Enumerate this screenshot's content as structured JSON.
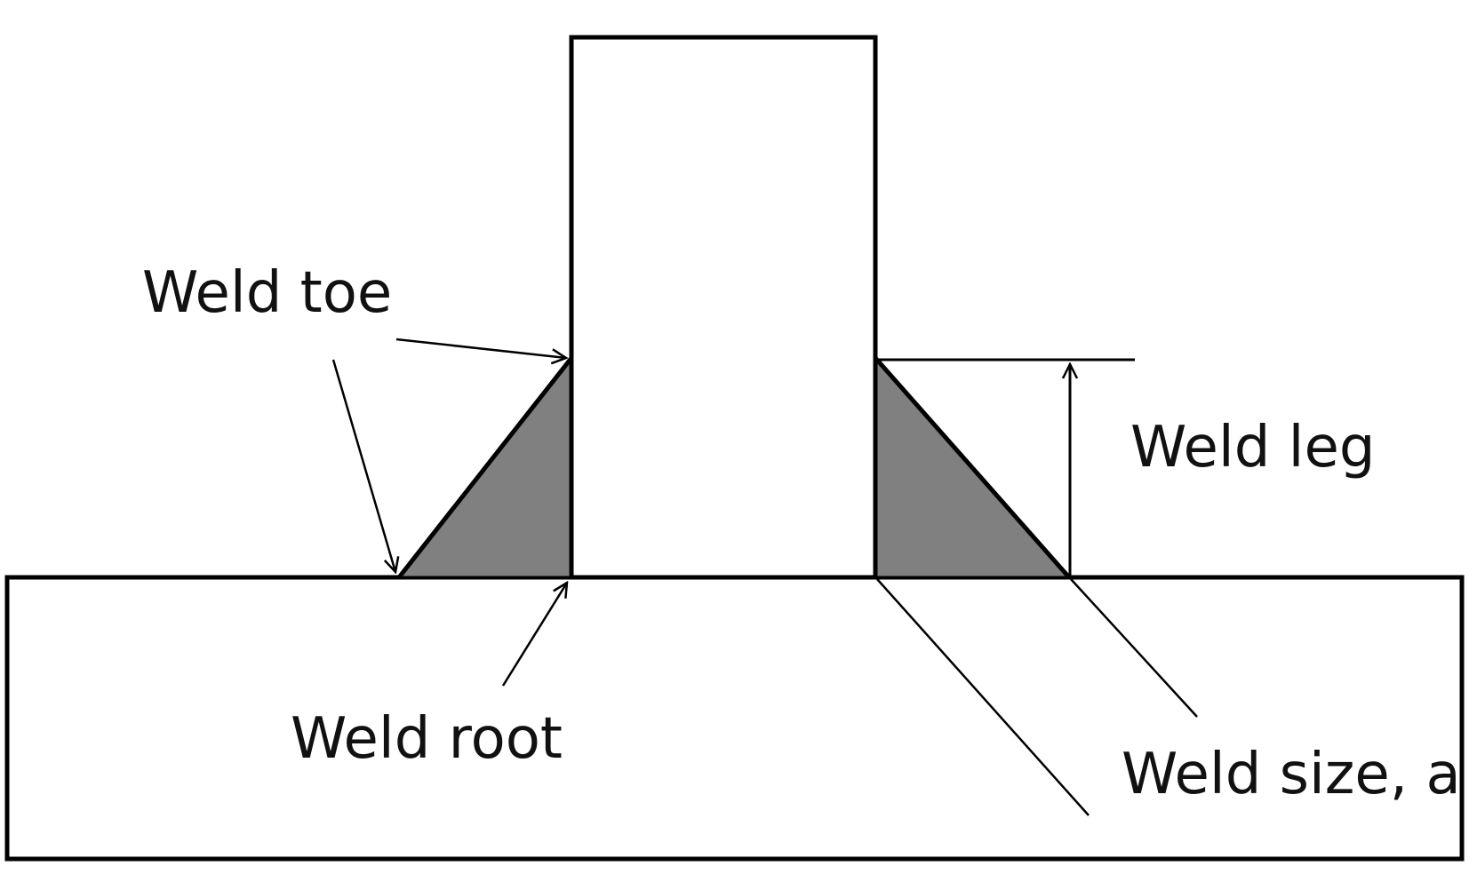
{
  "diagram": {
    "type": "fillet-weld-cross-section",
    "labels": {
      "weld_toe": "Weld toe",
      "weld_leg": "Weld leg",
      "weld_root": "Weld root",
      "weld_size": "Weld size, a"
    },
    "colors": {
      "outline": "#000000",
      "weld_fill": "#808080",
      "background": "#ffffff"
    }
  }
}
